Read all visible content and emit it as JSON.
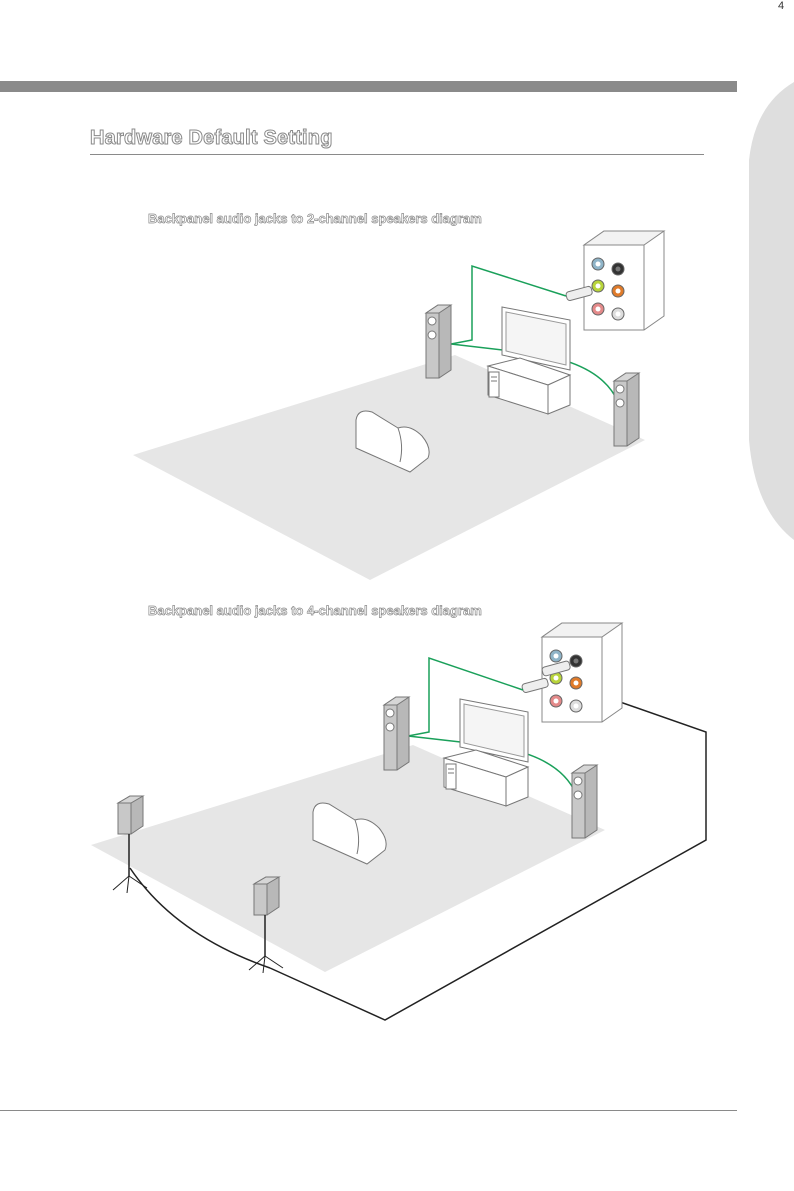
{
  "page": {
    "number": "4",
    "heading": "Hardware Default Setting"
  },
  "diagrams": [
    {
      "caption": "Backpanel audio jacks to 2-channel speakers diagram"
    },
    {
      "caption": "Backpanel audio jacks to 4-channel speakers diagram"
    }
  ],
  "colors": {
    "header_bar": "#8a8a8a",
    "floor": "#e6e6e6",
    "cable_green": "#1aa05a",
    "cable_black": "#222222",
    "jack_blue": "#8fb4c8",
    "jack_green": "#b8d43a",
    "jack_orange": "#e07b2a",
    "jack_pink": "#e48a8a",
    "jack_black": "#333333",
    "jack_gray": "#bbbbbb",
    "speaker_gray": "#b8b8b8"
  }
}
